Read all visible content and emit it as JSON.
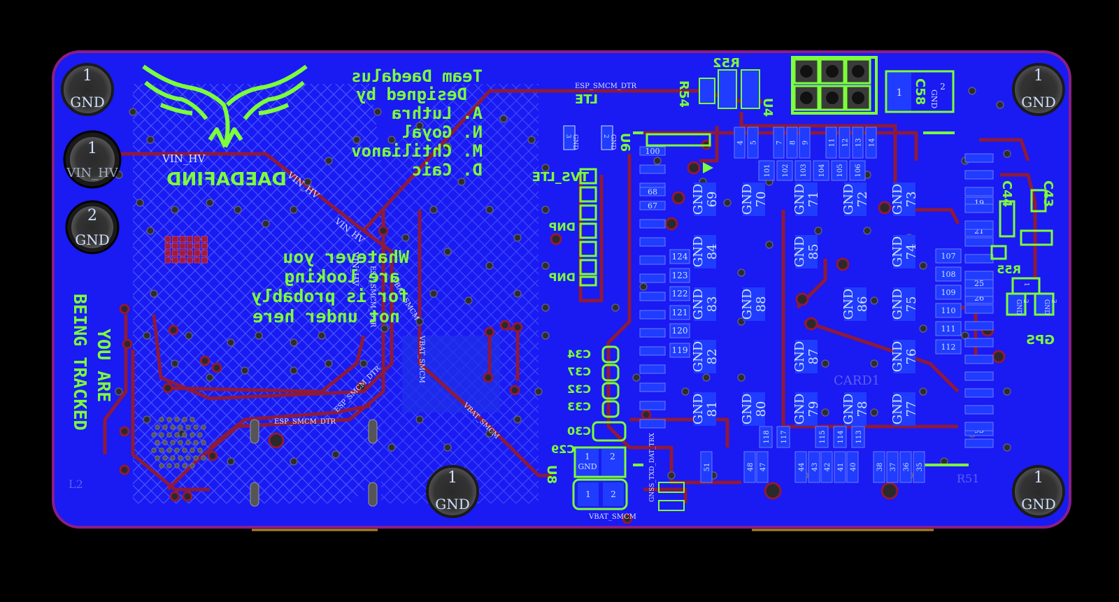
{
  "credits": [
    "Team Daedalus",
    "Designed by",
    "A. Luthra",
    "N. Goyal",
    "M. Chtilianov",
    "D. Caic"
  ],
  "logo_text": "DAEDAFIND",
  "message": [
    "Whatever you",
    "are looking",
    "for is probably",
    "not under here"
  ],
  "side_message": [
    "BEING TRACKED",
    "YOU ARE"
  ],
  "mount_holes": [
    {
      "num": "1",
      "net": "GND"
    },
    {
      "num": "1",
      "net": "GND"
    },
    {
      "num": "1",
      "net": "GND"
    },
    {
      "num": "1",
      "net": "GND"
    },
    {
      "num": "1",
      "net": "GND"
    }
  ],
  "power_connector": [
    {
      "num": "1",
      "net": "VIN_HV"
    },
    {
      "num": "2",
      "net": "GND"
    }
  ],
  "net_labels": {
    "vin_hv": "VIN_HV",
    "esp_dtr": "ESP_SMCM_DTR",
    "vbat": "VBAT_SMCM",
    "gnss_txd": "GNSS_TXD_DAT_TRX"
  },
  "refdes": {
    "r52": "R52",
    "r54": "R54",
    "u4": "U4",
    "c58": "C58",
    "lte": "LTE",
    "u6": "U6",
    "tvs_lte": "TVS_LTE",
    "dnp1": "DNP",
    "dnp2": "DNP",
    "caps": [
      "C34",
      "C37",
      "C32",
      "C33",
      "C30",
      "C29"
    ],
    "u8": "U8",
    "c44": "C44",
    "c43": "C43",
    "r55": "R55",
    "gps": "GPS",
    "card1": "CARD1",
    "r51": "R51",
    "l2": "L2"
  },
  "c58_pads": {
    "p1": "1",
    "p2": "2",
    "net": "GND"
  },
  "module_top_pins": [
    "4",
    "5",
    "7",
    "8",
    "9",
    "11",
    "12",
    "13",
    "14"
  ],
  "module_left_pins": [
    "100",
    "68",
    "67"
  ],
  "module_row_pins": [
    "101",
    "102",
    "103",
    "104",
    "105",
    "106"
  ],
  "module_inner_left": [
    "124",
    "123",
    "122",
    "121",
    "120",
    "119"
  ],
  "module_right_pins": [
    "19",
    "21",
    "25",
    "26",
    "93"
  ],
  "module_right_inner": [
    "107",
    "108",
    "109",
    "110",
    "111",
    "112"
  ],
  "module_bottom_left": [
    "118",
    "117",
    "115",
    "114",
    "113"
  ],
  "module_bottom_pins": [
    "51",
    "48",
    "47",
    "44",
    "43",
    "42",
    "41",
    "40",
    "38",
    "37",
    "36",
    "35"
  ],
  "gnd_pads": [
    {
      "net": "GND",
      "num": "69"
    },
    {
      "net": "GND",
      "num": "70"
    },
    {
      "net": "GND",
      "num": "71"
    },
    {
      "net": "GND",
      "num": "72"
    },
    {
      "net": "GND",
      "num": "73"
    },
    {
      "net": "GND",
      "num": "84"
    },
    {
      "net": "GND",
      "num": "85"
    },
    {
      "net": "GND",
      "num": "74"
    },
    {
      "net": "GND",
      "num": "83"
    },
    {
      "net": "GND",
      "num": "88"
    },
    {
      "net": "GND",
      "num": "86"
    },
    {
      "net": "GND",
      "num": "75"
    },
    {
      "net": "GND",
      "num": "82"
    },
    {
      "net": "GND",
      "num": "87"
    },
    {
      "net": "GND",
      "num": "76"
    },
    {
      "net": "GND",
      "num": "81"
    },
    {
      "net": "GND",
      "num": "80"
    },
    {
      "net": "GND",
      "num": "79"
    },
    {
      "net": "GND",
      "num": "78"
    },
    {
      "net": "GND",
      "num": "77"
    }
  ],
  "u8_pads": [
    {
      "num": "1",
      "net": "GND"
    },
    {
      "num": "2",
      "net": ""
    },
    {
      "num": "1",
      "net": ""
    },
    {
      "num": "2",
      "net": ""
    }
  ],
  "gps_pads": [
    {
      "num": "1",
      "net": ""
    },
    {
      "num": "2",
      "net": "GND"
    },
    {
      "num": "3",
      "net": "GND"
    }
  ],
  "lte_pads": [
    {
      "num": "3",
      "net": "GND"
    },
    {
      "num": "2",
      "net": "GND"
    }
  ],
  "colors": {
    "board": "#1a1af2",
    "trace": "#8e1a3a",
    "silk": "#7CFF3A",
    "outline": "#8a1e86",
    "hole": "#3a3a3a",
    "pad": "#1f3cff"
  }
}
